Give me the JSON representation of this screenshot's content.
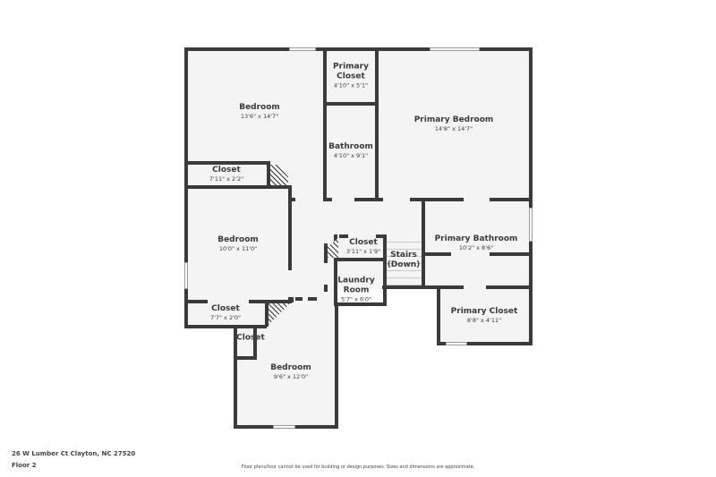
{
  "floorplan": {
    "property_address": "26 W Lumber Ct Clayton, NC 27520",
    "floor": "Floor 2",
    "disclaimer": "Floor plans/tour cannot be used for building or design purposes. Sizes and dimensions are approximate.",
    "colors": {
      "wall": "#3a3a3a",
      "floor": "#f4f4f4",
      "background": "#ffffff"
    },
    "rooms": [
      {
        "name": "Bedroom",
        "dimensions": "13'6\" x 14'7\""
      },
      {
        "name": "Primary Closet",
        "name_lines": [
          "Primary",
          "Closet"
        ],
        "dimensions": "4'10\" x 5'1\""
      },
      {
        "name": "Primary Bedroom",
        "dimensions": "14'8\" x 14'7\""
      },
      {
        "name": "Bathroom",
        "dimensions": "4'10\" x 9'1\""
      },
      {
        "name": "Closet",
        "dimensions": "7'11\" x 2'2\""
      },
      {
        "name": "Bedroom",
        "dimensions": "10'0\" x 11'0\""
      },
      {
        "name": "Closet",
        "dimensions": "3'11\" x 1'9\""
      },
      {
        "name": "Stairs (Down)",
        "name_lines": [
          "Stairs",
          "(Down)"
        ],
        "dimensions": ""
      },
      {
        "name": "Primary Bathroom",
        "dimensions": "10'2\" x 8'6\""
      },
      {
        "name": "Laundry Room",
        "name_lines": [
          "Laundry",
          "Room"
        ],
        "dimensions": "5'7\" x 6'0\""
      },
      {
        "name": "Closet",
        "dimensions": "7'7\" x 2'0\""
      },
      {
        "name": "Primary Closet",
        "dimensions": "8'8\" x 4'11\""
      },
      {
        "name": "Closet",
        "dimensions": ""
      },
      {
        "name": "Bedroom",
        "dimensions": "9'6\" x 12'0\""
      }
    ]
  }
}
